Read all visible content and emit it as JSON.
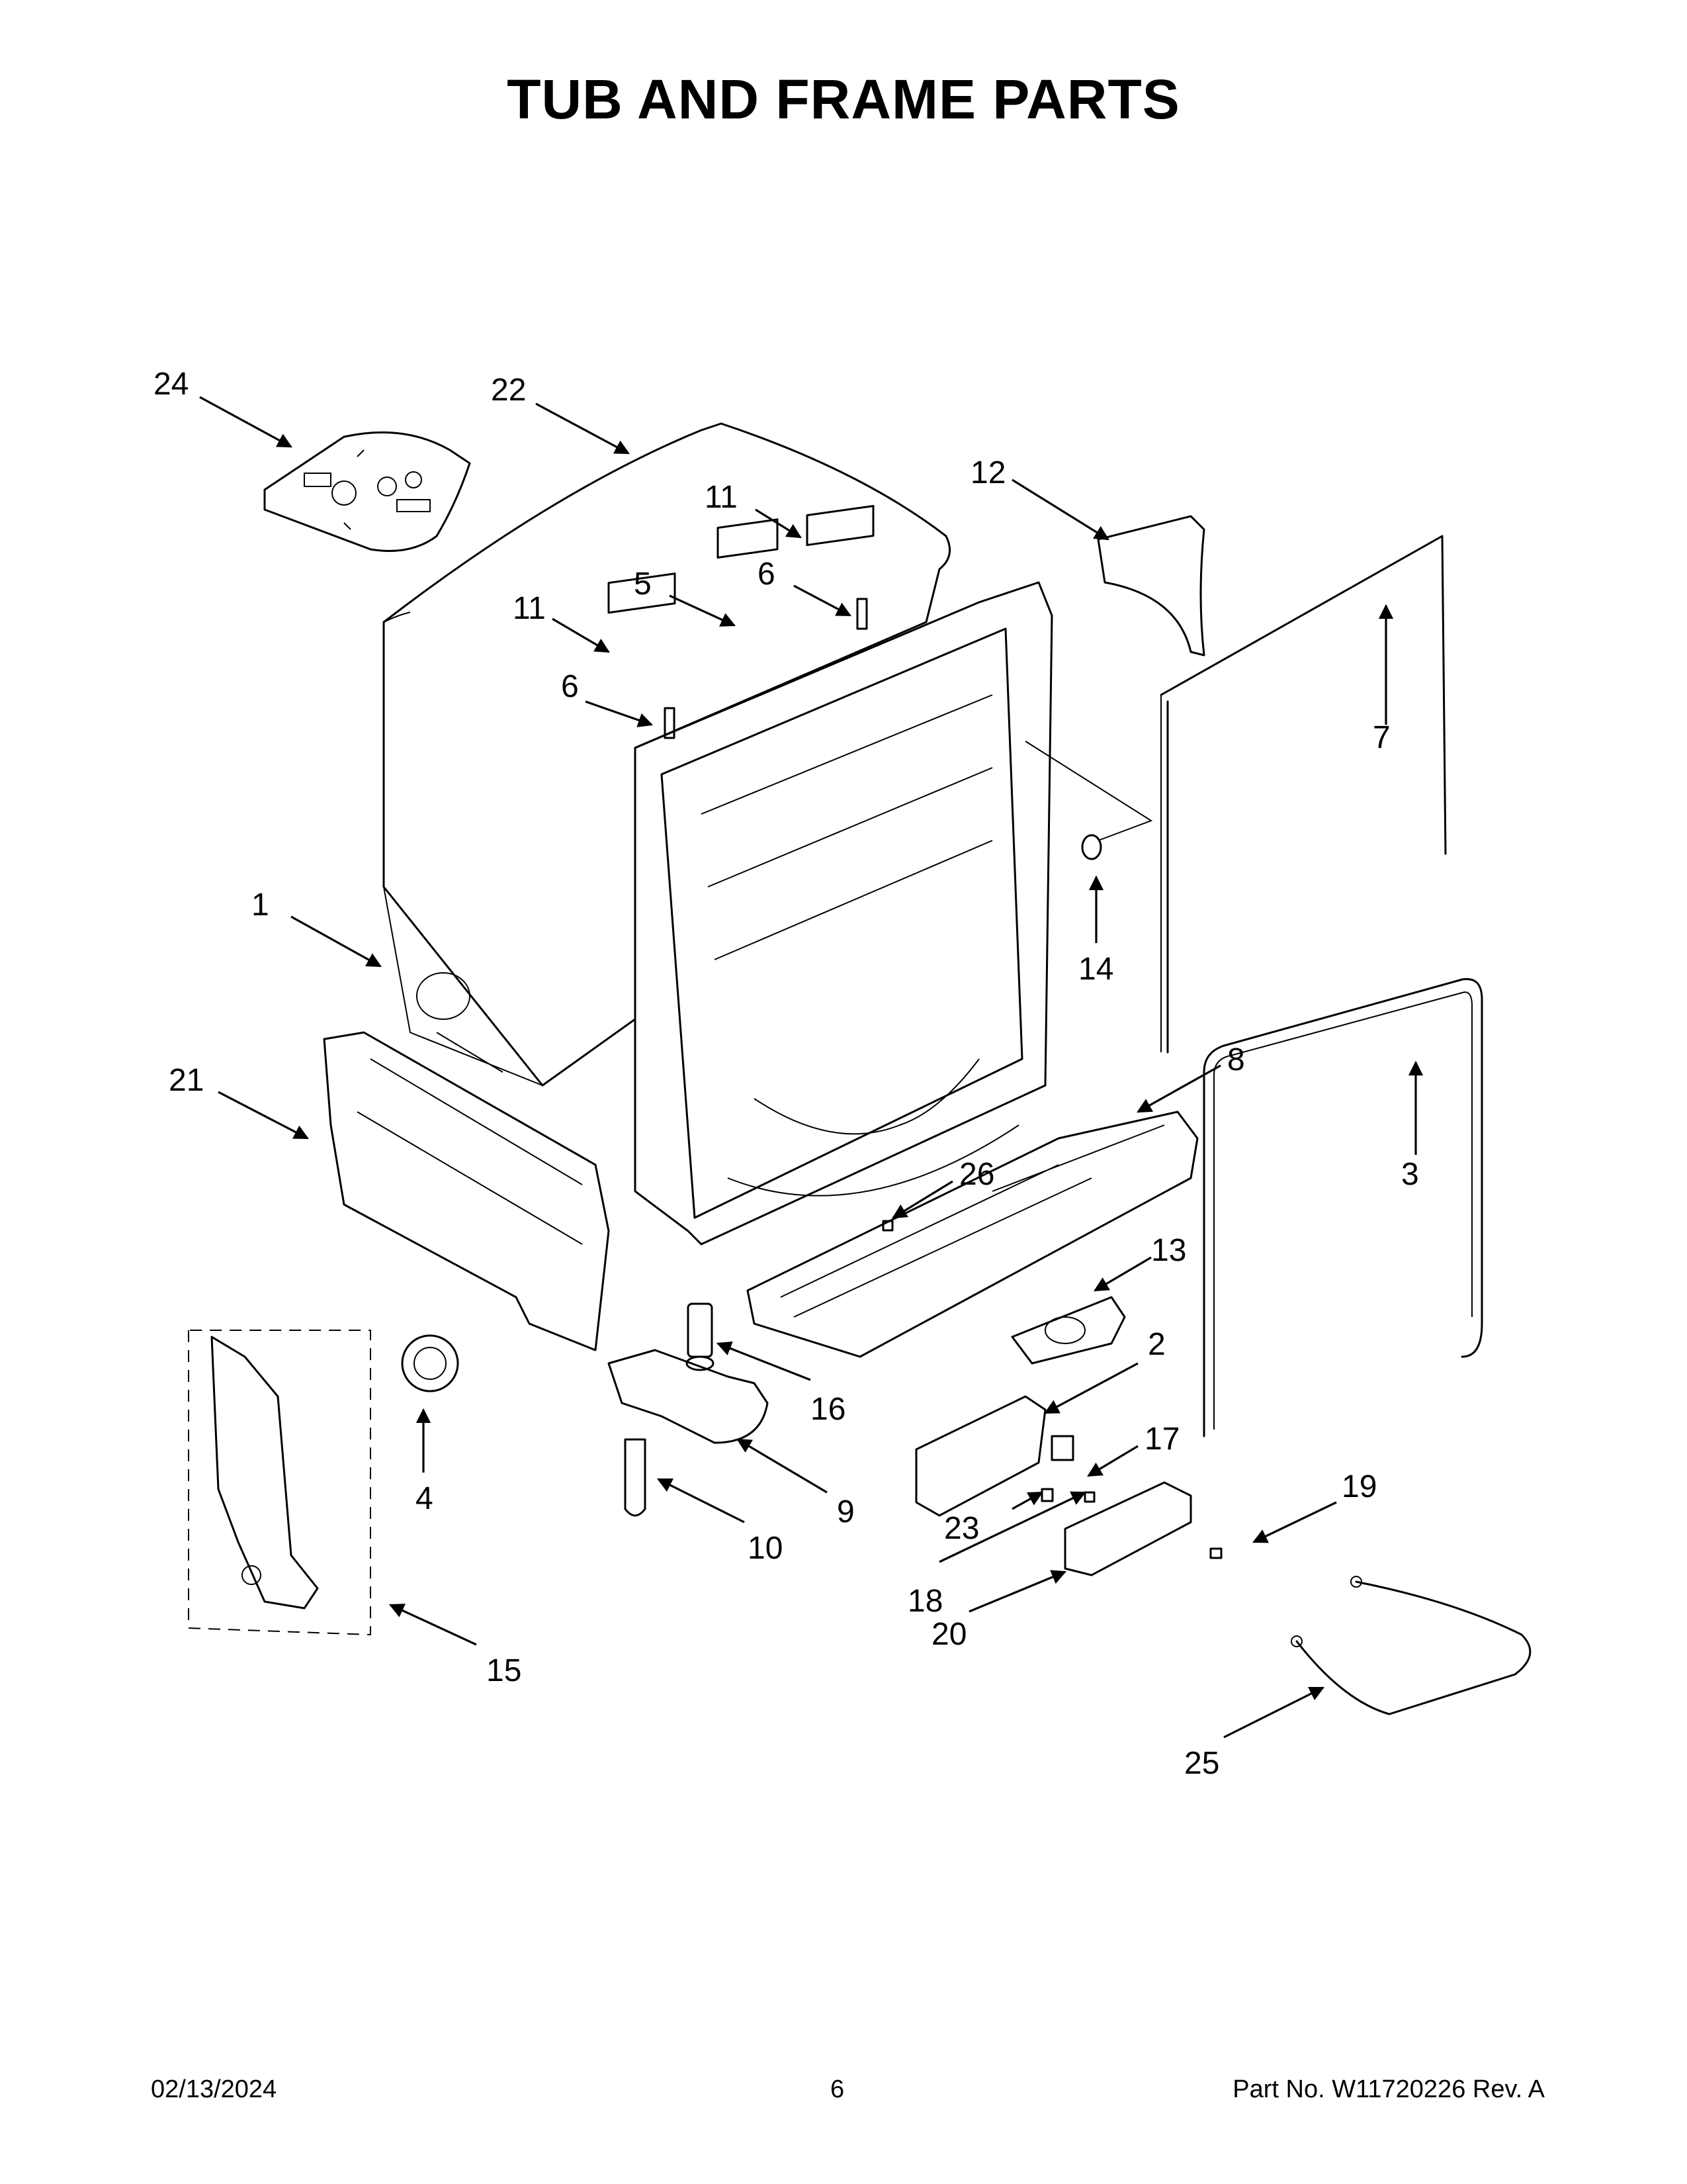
{
  "title": "TUB AND FRAME PARTS",
  "footer": {
    "date": "02/13/2024",
    "page": "6",
    "part_number": "Part No.  W11720226  Rev.  A"
  },
  "callouts": [
    "1",
    "2",
    "3",
    "4",
    "5",
    "6",
    "6",
    "7",
    "8",
    "9",
    "10",
    "11",
    "11",
    "12",
    "13",
    "14",
    "15",
    "16",
    "17",
    "18",
    "19",
    "20",
    "21",
    "22",
    "23",
    "24",
    "25",
    "26"
  ]
}
